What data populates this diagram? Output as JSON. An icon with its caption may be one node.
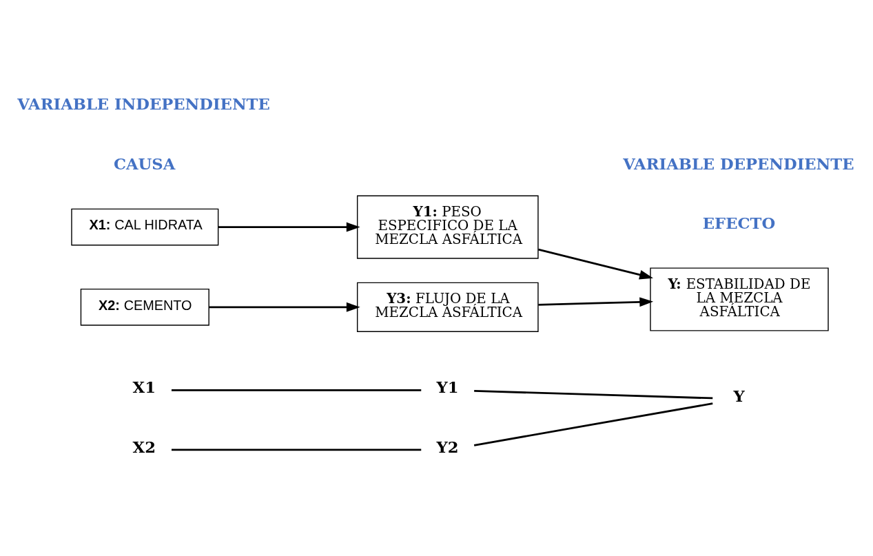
{
  "diagram": {
    "nodes": [
      {
        "text": [
          "X1"
        ]
      },
      {
        "text": [
          "X2"
        ]
      },
      {
        "text": [
          "Y1"
        ]
      },
      {
        "text": [
          "Y2"
        ]
      },
      {
        "text": [
          "Y"
        ]
      },
      {
        "text": [
          "**X1:** CAL HIDRATA"
        ]
      },
      {
        "text": [
          "**X2:** CEMENTO"
        ]
      },
      {
        "text": [
          "**Y1:** PESO ESPECIFICO DE LA MEZCLA ASFÁLTICA"
        ]
      },
      {
        "text": [
          "**Y3:** FLUJO DE LA MEZCLA ASFÁLTICA"
        ]
      },
      {
        "text": [
          "**Y:** ESTABILIDAD DE LA MEZCLA ASFÁLTICA"
        ]
      }
    ],
    "edges": [
      {
        "from": 0,
        "to": 2,
        "arrow": "none"
      },
      {
        "from": 1,
        "to": 3,
        "arrow": "none"
      },
      {
        "from": 2,
        "to": 4,
        "arrow": "none"
      },
      {
        "from": 3,
        "to": 4,
        "arrow": "none"
      },
      {
        "from": 5,
        "to": 7,
        "arrow": "to"
      },
      {
        "from": 6,
        "to": 8,
        "arrow": "to"
      },
      {
        "from": 7,
        "to": 9,
        "arrow": "to"
      },
      {
        "from": 8,
        "to": 9,
        "arrow": "to"
      }
    ],
    "labels": [
      "CAUSA",
      "EFECTO",
      "VARIABLE INDEPENDIENTE",
      "VARIABLE DEPENDIENTE"
    ]
  }
}
